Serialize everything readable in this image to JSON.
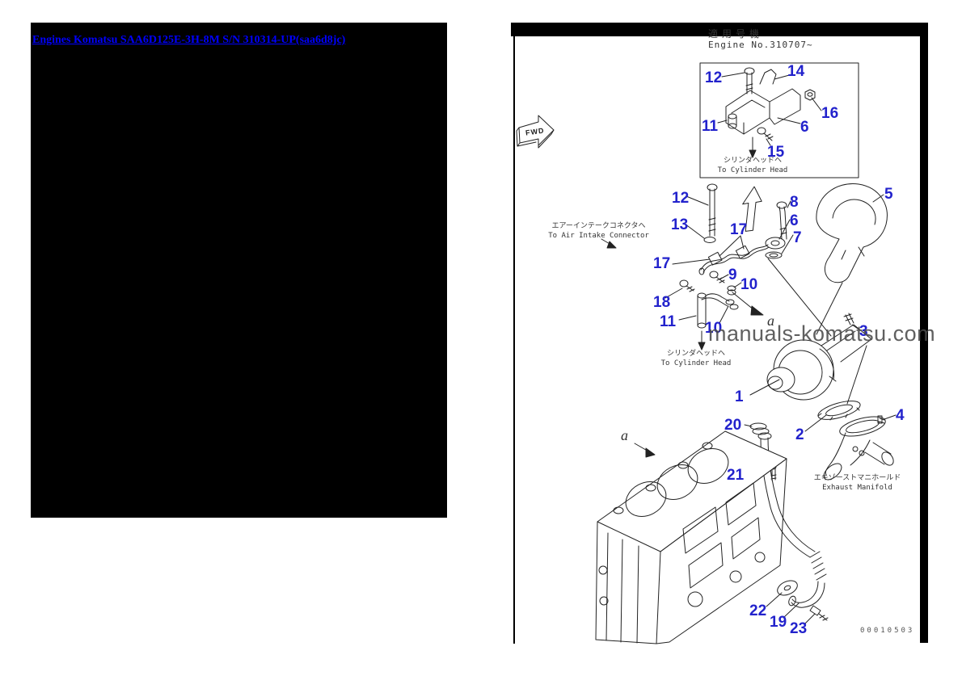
{
  "link": {
    "label": "Engines Komatsu SAA6D125E-3H-8M S/N 310314-UP(saa6d8jc)"
  },
  "diagram": {
    "header_jp": "適用号機",
    "header_en": "Engine No.310707~",
    "fwd": "FWD",
    "watermark": "manuals-komatsu.com",
    "doc_number": "00010503",
    "notes": {
      "inset_jp": "シリンダヘッドヘ",
      "inset_en": "To Cylinder Head",
      "air_jp": "エアーインテークコネクタヘ",
      "air_en": "To Air Intake Connector",
      "cyl_jp": "シリンダヘッドヘ",
      "cyl_en": "To Cylinder Head",
      "exh_jp": "エキゾーストマニホールド",
      "exh_en": "Exhaust Manifold"
    },
    "refs": {
      "a1": "a",
      "a2": "a"
    },
    "callouts": [
      "12",
      "14",
      "16",
      "11",
      "6",
      "15",
      "12",
      "13",
      "8",
      "6",
      "7",
      "5",
      "17",
      "17",
      "9",
      "10",
      "18",
      "11",
      "10",
      "3",
      "1",
      "20",
      "2",
      "4",
      "21",
      "22",
      "19",
      "23"
    ]
  }
}
